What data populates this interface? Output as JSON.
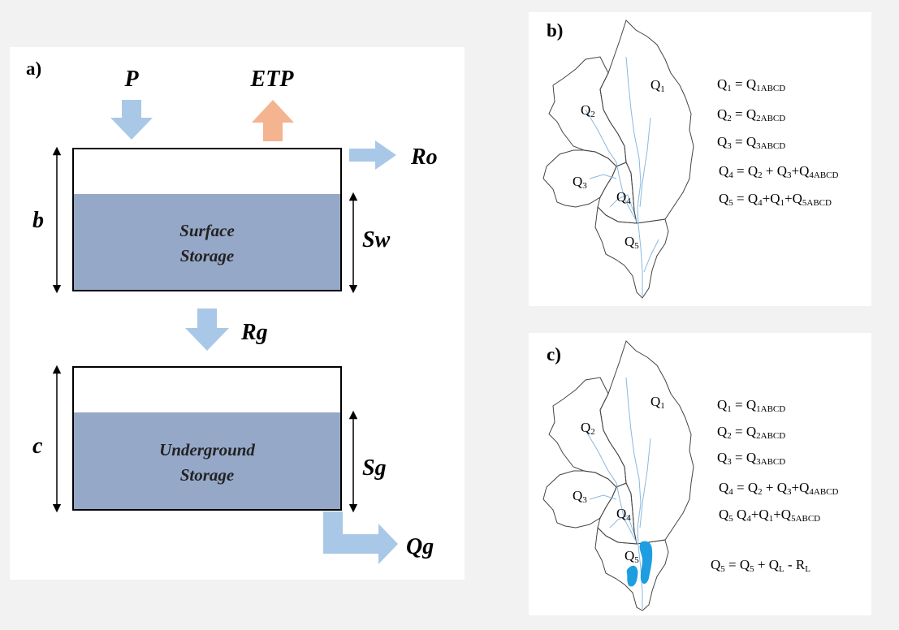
{
  "panel_a": {
    "label": "a)",
    "precipitation": "P",
    "evapotranspiration": "ETP",
    "runoff": "Ro",
    "recharge": "Rg",
    "groundwater_flow": "Qg",
    "surface_capacity": "b",
    "surface_storage_var": "Sw",
    "groundwater_capacity": "c",
    "groundwater_storage_var": "Sg",
    "surface_box_line1": "Surface",
    "surface_box_line2": "Storage",
    "ground_box_line1": "Underground",
    "ground_box_line2": "Storage"
  },
  "panel_b": {
    "label": "b)",
    "subbasins": [
      {
        "name": "Q",
        "sub": "1"
      },
      {
        "name": "Q",
        "sub": "2"
      },
      {
        "name": "Q",
        "sub": "3"
      },
      {
        "name": "Q",
        "sub": "4"
      },
      {
        "name": "Q",
        "sub": "5"
      }
    ],
    "equations": [
      {
        "lhs": "Q",
        "lhs_sub": "1",
        "op": "=",
        "terms": [
          {
            "t": "Q",
            "s": "1ABCD"
          }
        ]
      },
      {
        "lhs": "Q",
        "lhs_sub": "2",
        "op": "=",
        "terms": [
          {
            "t": "Q",
            "s": "2ABCD"
          }
        ]
      },
      {
        "lhs": "Q",
        "lhs_sub": "3",
        "op": "=",
        "terms": [
          {
            "t": "Q",
            "s": "3ABCD"
          }
        ]
      },
      {
        "lhs": "Q",
        "lhs_sub": "4",
        "op": "=",
        "terms": [
          {
            "t": "Q",
            "s": "2"
          },
          {
            "t": " + Q",
            "s": "3"
          },
          {
            "t": "+Q",
            "s": "4ABCD"
          }
        ]
      },
      {
        "lhs": "Q",
        "lhs_sub": "5",
        "op": "=",
        "terms": [
          {
            "t": "Q",
            "s": "4"
          },
          {
            "t": "+Q",
            "s": "1"
          },
          {
            "t": "+Q",
            "s": "5ABCD"
          }
        ]
      }
    ]
  },
  "panel_c": {
    "label": "c)",
    "subbasins": [
      {
        "name": "Q",
        "sub": "1"
      },
      {
        "name": "Q",
        "sub": "2"
      },
      {
        "name": "Q",
        "sub": "3"
      },
      {
        "name": "Q",
        "sub": "4"
      },
      {
        "name": "Q",
        "sub": "5"
      }
    ],
    "equations": [
      {
        "lhs": "Q",
        "lhs_sub": "1",
        "op": "=",
        "terms": [
          {
            "t": "Q",
            "s": "1ABCD"
          }
        ]
      },
      {
        "lhs": "Q",
        "lhs_sub": "2",
        "op": "=",
        "terms": [
          {
            "t": "Q",
            "s": "2ABCD"
          }
        ]
      },
      {
        "lhs": "Q",
        "lhs_sub": "3",
        "op": "=",
        "terms": [
          {
            "t": "Q",
            "s": "3ABCD"
          }
        ]
      },
      {
        "lhs": "Q",
        "lhs_sub": "4",
        "op": "=",
        "terms": [
          {
            "t": "Q",
            "s": "2"
          },
          {
            "t": " + Q",
            "s": "3"
          },
          {
            "t": "+Q",
            "s": "4ABCD"
          }
        ]
      },
      {
        "lhs": "Q",
        "lhs_sub": "5",
        "op": "",
        "terms": [
          {
            "t": "Q",
            "s": "4"
          },
          {
            "t": "+Q",
            "s": "1"
          },
          {
            "t": "+Q",
            "s": "5ABCD"
          }
        ]
      }
    ],
    "reservoir_equation": {
      "lhs": "Q",
      "lhs_sub": "5",
      "op": "=",
      "terms": [
        {
          "t": "Q",
          "s": "5"
        },
        {
          "t": " + Q",
          "s": "L"
        },
        {
          "t": " - R",
          "s": "L"
        }
      ]
    }
  },
  "colors": {
    "arrow_blue": "#a9c8e8",
    "arrow_orange": "#f4b48f",
    "storage_fill": "#96a8c8",
    "river": "#8ab8de",
    "reservoir": "#1d9ee0"
  }
}
